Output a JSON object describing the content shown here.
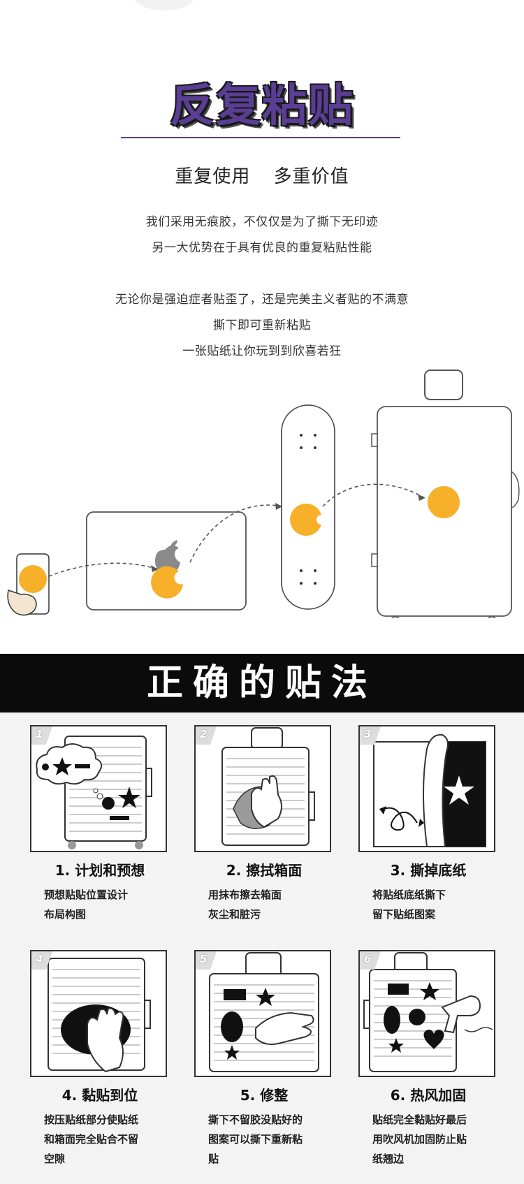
{
  "hero": {
    "title": "反复粘贴",
    "subtitle_left": "重复使用",
    "subtitle_right": "多重价值"
  },
  "intro": {
    "lines": [
      "我们采用无痕胶，不仅仅是为了撕下无印迹",
      "另一大优势在于具有优良的重复粘贴性能"
    ]
  },
  "detail": {
    "lines": [
      "无论你是强迫症者贴歪了，还是完美主义者贴的不满意",
      "撕下即可重新粘贴",
      "一张贴纸让你玩到到欣喜若狂"
    ]
  },
  "colors": {
    "accent": "#5a3e94",
    "sticker": "#f6b02a",
    "band": "#0b0b0b"
  },
  "band": {
    "title": "正确的贴法"
  },
  "steps": [
    {
      "num": "1",
      "title": "1. 计划和预想",
      "desc": [
        "预想贴贴位置设计",
        "布局构图"
      ]
    },
    {
      "num": "2",
      "title": "2. 擦拭箱面",
      "desc": [
        "用抹布擦去箱面",
        "灰尘和脏污"
      ]
    },
    {
      "num": "3",
      "title": "3. 撕掉底纸",
      "desc": [
        "将贴纸底纸撕下",
        "留下贴纸图案"
      ]
    },
    {
      "num": "4",
      "title": "4. 黏贴到位",
      "desc": [
        "按压贴纸部分使贴纸",
        "和箱面完全贴合不留",
        "空隙"
      ]
    },
    {
      "num": "5",
      "title": "5. 修整",
      "desc": [
        "撕下不留胶没贴好的",
        "图案可以撕下重新粘",
        "贴"
      ]
    },
    {
      "num": "6",
      "title": "6. 热风加固",
      "desc": [
        "贴纸完全黏贴好最后",
        "用吹风机加固防止贴",
        "纸翘边"
      ]
    }
  ]
}
